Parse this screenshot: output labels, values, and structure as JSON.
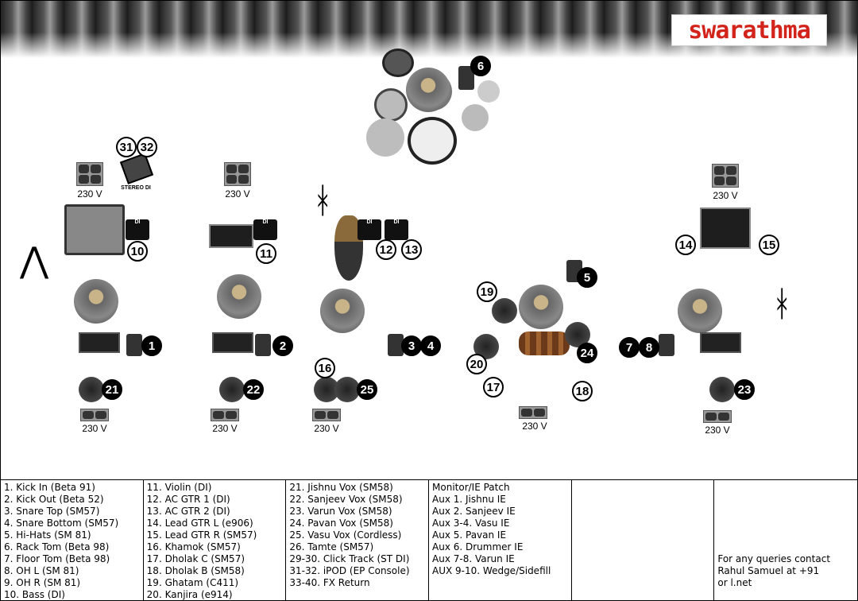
{
  "logo": "swarathma",
  "stage": {
    "badges": [
      "6",
      "31",
      "32",
      "10",
      "1",
      "21",
      "11",
      "2",
      "22",
      "12",
      "13",
      "3",
      "4",
      "16",
      "25",
      "19",
      "5",
      "20",
      "24",
      "17",
      "18",
      "14",
      "15",
      "7",
      "8",
      "23"
    ],
    "stereo_di_label": "STEREO DI",
    "di_label": "DI",
    "power_labels": [
      "230 V",
      "230 V",
      "230 V",
      "230 V",
      "230 V",
      "230 V",
      "230 V",
      "230 V"
    ]
  },
  "table": {
    "col1": [
      "1. Kick In (Beta 91)",
      "2. Kick Out (Beta 52)",
      "3. Snare Top (SM57)",
      "4. Snare Bottom (SM57)",
      "5. Hi-Hats (SM 81)",
      "6. Rack Tom (Beta 98)",
      "7. Floor Tom (Beta 98)",
      "8. OH L (SM 81)",
      "9. OH R (SM 81)",
      "10. Bass (DI)"
    ],
    "col2": [
      "11. Violin (DI)",
      "12. AC GTR 1 (DI)",
      "13. AC GTR 2 (DI)",
      "14. Lead GTR L (e906)",
      "15. Lead GTR R (SM57)",
      "16. Khamok (SM57)",
      "17. Dholak C (SM57)",
      "18. Dholak B (SM58)",
      "19. Ghatam (C411)",
      "20. Kanjira (e914)"
    ],
    "col3": [
      "21. Jishnu Vox (SM58)",
      "22. Sanjeev Vox (SM58)",
      "23. Varun Vox (SM58)",
      "24. Pavan Vox (SM58)",
      "25. Vasu Vox (Cordless)",
      "26. Tamte (SM57)",
      "29-30. Click Track (ST DI)",
      "31-32. iPOD (EP Console)",
      "33-40. FX Return"
    ],
    "col4": [
      "Monitor/IE Patch",
      "Aux 1. Jishnu IE",
      "Aux 2. Sanjeev IE",
      "Aux 3-4. Vasu IE",
      "Aux 5. Pavan IE",
      "Aux 6. Drummer IE",
      "Aux 7-8. Varun IE",
      "AUX 9-10. Wedge/Sidefill"
    ],
    "contact": [
      "For any queries contact Rahul Samuel at +91",
      "or        l.net"
    ]
  }
}
